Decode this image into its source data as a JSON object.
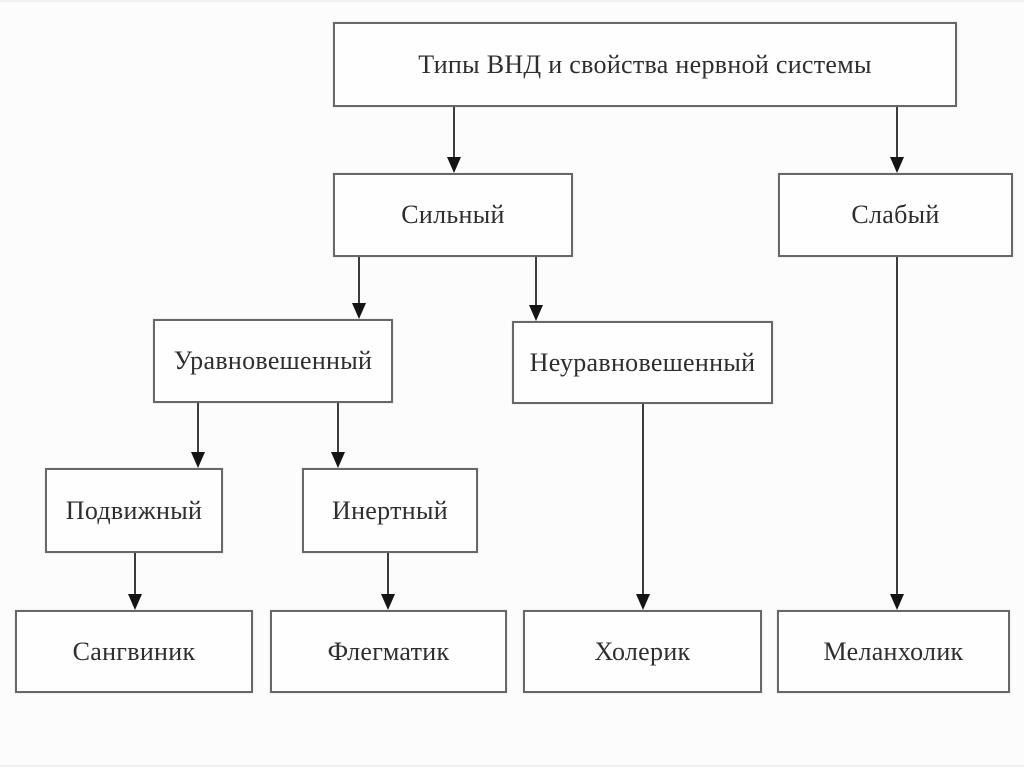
{
  "diagram": {
    "type": "flowchart",
    "title": "Типы ВНД и свойства нервной системы",
    "nodes": {
      "title": {
        "label": "Типы ВНД и свойства нервной системы"
      },
      "strong": {
        "label": "Сильный"
      },
      "weak": {
        "label": "Слабый"
      },
      "balanced": {
        "label": "Уравновешенный"
      },
      "unbalanced": {
        "label": "Неуравновешенный"
      },
      "mobile": {
        "label": "Подвижный"
      },
      "inert": {
        "label": "Инертный"
      },
      "sanguine": {
        "label": "Сангвиник"
      },
      "phlegmatic": {
        "label": "Флегматик"
      },
      "choleric": {
        "label": "Холерик"
      },
      "melancholic": {
        "label": "Меланхолик"
      }
    },
    "edges": [
      {
        "from": "Типы ВНД и свойства нервной системы",
        "to": "Сильный"
      },
      {
        "from": "Типы ВНД и свойства нервной системы",
        "to": "Слабый"
      },
      {
        "from": "Сильный",
        "to": "Уравновешенный"
      },
      {
        "from": "Сильный",
        "to": "Неуравновешенный"
      },
      {
        "from": "Уравновешенный",
        "to": "Подвижный"
      },
      {
        "from": "Уравновешенный",
        "to": "Инертный"
      },
      {
        "from": "Подвижный",
        "to": "Сангвиник"
      },
      {
        "from": "Инертный",
        "to": "Флегматик"
      },
      {
        "from": "Неуравновешенный",
        "to": "Холерик"
      },
      {
        "from": "Слабый",
        "to": "Меланхолик"
      }
    ],
    "colors": {
      "background": "#fcfcfd",
      "box_fill": "#fefefe",
      "box_border": "#686868",
      "line": "#3d3d3d",
      "arrowhead": "#151515",
      "text": "#2e2e2e"
    }
  }
}
